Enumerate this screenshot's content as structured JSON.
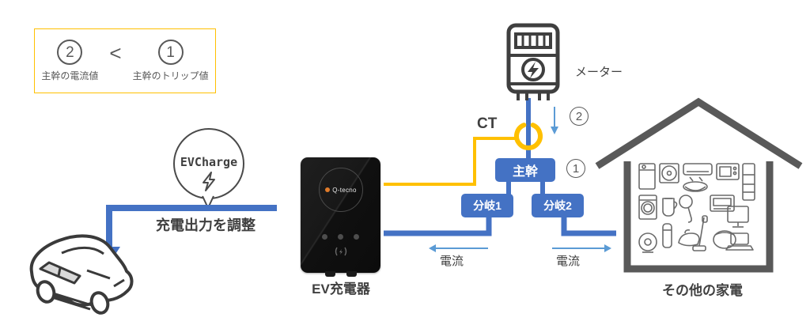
{
  "legend": {
    "marker_current": "2",
    "comparator": "<",
    "marker_trip": "1",
    "current_label": "主幹の電流値",
    "trip_label": "主幹のトリップ値"
  },
  "bubble": {
    "title": "EVCharge"
  },
  "flow": {
    "adjust_output": "充電出力を調整"
  },
  "charger": {
    "brand": "Q-tecno",
    "label": "EV充電器"
  },
  "meter": {
    "label": "メーター"
  },
  "ct": {
    "label": "CT"
  },
  "panel": {
    "main": "主幹",
    "branch1": "分岐1",
    "branch2": "分岐2"
  },
  "markers": {
    "meter_side": "2",
    "main_side": "1"
  },
  "currents": {
    "left": "電流",
    "right": "電流"
  },
  "house": {
    "label": "その他の家電"
  },
  "colors": {
    "blue": "#4472C4",
    "light_blue": "#5B9BD5",
    "yellow": "#FFC000",
    "dark_gray": "#595959"
  }
}
